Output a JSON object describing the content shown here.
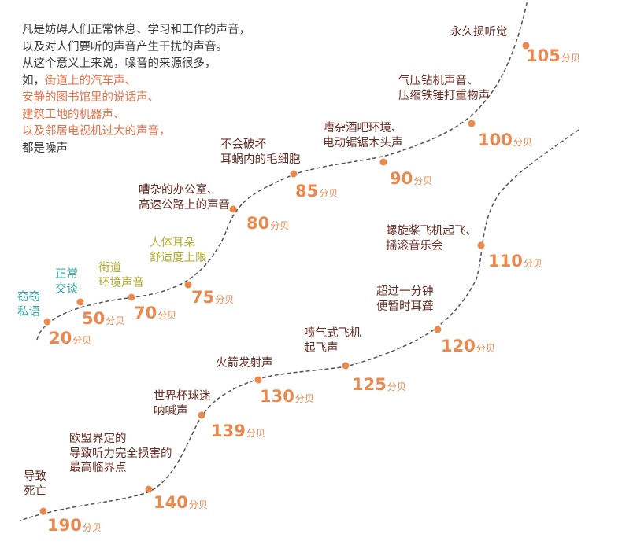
{
  "intro": {
    "lines": [
      {
        "text": "凡是妨碍人们正常休息、学习和工作的声音，",
        "highlight": false
      },
      {
        "text": "以及对人们要听的声音产生干扰的声音。",
        "highlight": false
      },
      {
        "text": "从这个意义上来说，噪音的来源很多，",
        "highlight": false
      },
      {
        "text": "如，",
        "highlight": false,
        "inline_next": true
      },
      {
        "text": "街道上的汽车声、",
        "highlight": true
      },
      {
        "text": "安静的图书馆里的说话声、",
        "highlight": true
      },
      {
        "text": "建筑工地的机器声、",
        "highlight": true
      },
      {
        "text": "以及邻居电视机过大的声音，",
        "highlight": true
      },
      {
        "text": "都是噪声",
        "highlight": false
      }
    ]
  },
  "unit": "分贝",
  "colors": {
    "label": "#6a2d24",
    "value": "#e8894f",
    "dot": "#e8894f",
    "teal": "#3aa7a7",
    "olive": "#b3ab2c",
    "highlight": "#e8734a",
    "line": "#555555"
  },
  "noise_levels": [
    {
      "db": "20",
      "label": [
        "窃窃",
        "私语"
      ],
      "tone": "teal"
    },
    {
      "db": "50",
      "label": [
        "正常",
        "交谈"
      ],
      "tone": "teal"
    },
    {
      "db": "70",
      "label": [
        "街道",
        "环境声音"
      ],
      "tone": "olive"
    },
    {
      "db": "75",
      "label": [
        "人体耳朵",
        "舒适度上限"
      ],
      "tone": "olive"
    },
    {
      "db": "80",
      "label": [
        "嘈杂的办公室、",
        "高速公路上的声音"
      ],
      "tone": "dark"
    },
    {
      "db": "85",
      "label": [
        "不会破坏",
        "耳蜗内的毛细胞"
      ],
      "tone": "dark"
    },
    {
      "db": "90",
      "label": [
        "嘈杂酒吧环境、",
        "电动锯锯木头声"
      ],
      "tone": "dark"
    },
    {
      "db": "100",
      "label": [
        "气压钻机声音、",
        "压缩铁锤打重物声"
      ],
      "tone": "dark"
    },
    {
      "db": "105",
      "label": [
        "永久损听觉"
      ],
      "tone": "dark"
    },
    {
      "db": "110",
      "label": [
        "螺旋桨飞机起飞、",
        "摇滚音乐会"
      ],
      "tone": "dark"
    },
    {
      "db": "120",
      "label": [
        "超过一分钟",
        "便暂时耳聋"
      ],
      "tone": "dark"
    },
    {
      "db": "125",
      "label": [
        "喷气式飞机",
        "起飞声"
      ],
      "tone": "dark"
    },
    {
      "db": "130",
      "label": [
        "火箭发射声"
      ],
      "tone": "dark"
    },
    {
      "db": "139",
      "label": [
        "世界杯球迷",
        "呐喊声"
      ],
      "tone": "dark"
    },
    {
      "db": "140",
      "label": [
        "欧盟界定的",
        "导致听力完全损害的",
        "最高临界点"
      ],
      "tone": "dark"
    },
    {
      "db": "190",
      "label": [
        "导致",
        "死亡"
      ],
      "tone": "dark"
    }
  ]
}
